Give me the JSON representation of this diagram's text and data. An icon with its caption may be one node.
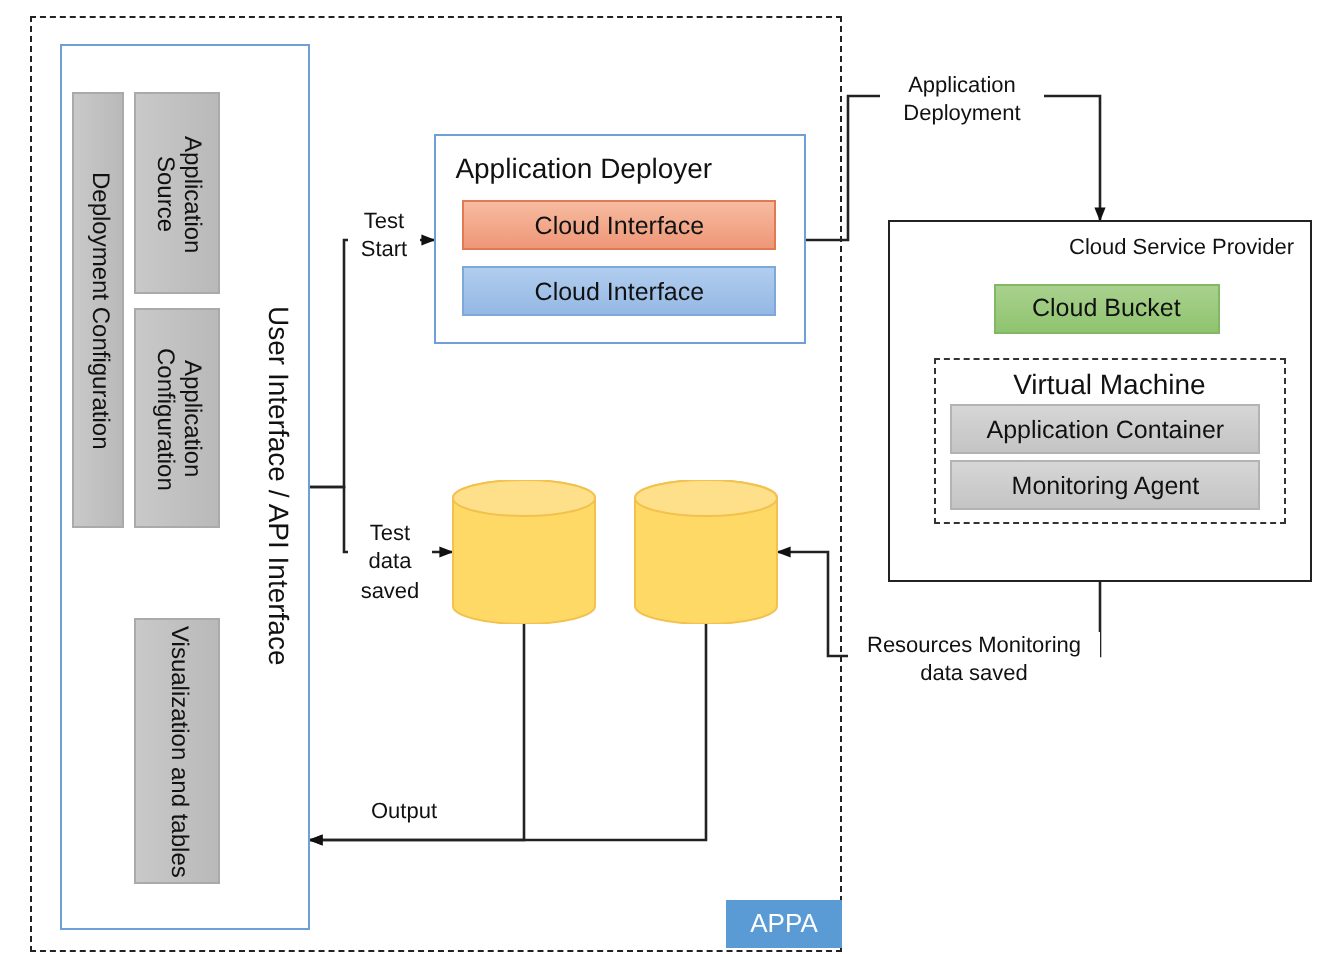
{
  "diagram": {
    "nodes": [
      {
        "text": [
          "APPA"
        ]
      },
      {
        "text": [
          "User Interface / API Interface"
        ],
        "in": 0
      },
      {
        "text": [
          "Deployment Configuration"
        ],
        "in": 1
      },
      {
        "text": [
          "Application Source"
        ],
        "in": 1
      },
      {
        "text": [
          "Application Configuration"
        ],
        "in": 1
      },
      {
        "text": [
          "Visualization and tables"
        ],
        "in": 1
      },
      {
        "text": [
          "Application Deployer"
        ],
        "in": 0
      },
      {
        "text": [
          "Cloud Interface"
        ],
        "in": 6
      },
      {
        "text": [
          "Cloud Interface"
        ],
        "in": 6
      },
      {
        "text": [],
        "shape": "cylinder",
        "in": 0
      },
      {
        "text": [],
        "shape": "cylinder",
        "in": 0
      },
      {
        "text": [
          "Cloud Service Provider"
        ]
      },
      {
        "text": [
          "Cloud Bucket"
        ],
        "in": 11
      },
      {
        "text": [
          "Virtual Machine"
        ],
        "in": 11
      },
      {
        "text": [
          "Application Container"
        ],
        "in": 13
      },
      {
        "text": [
          "Monitoring Agent"
        ],
        "in": 13
      }
    ],
    "edges": [
      {
        "from": 1,
        "to": 6,
        "arrow": "to",
        "label": "Test Start"
      },
      {
        "from": 1,
        "to": 9,
        "arrow": "to",
        "label": "Test data saved"
      },
      {
        "from": 6,
        "to": 11,
        "arrow": "to",
        "label": "Application Deployment"
      },
      {
        "from": 11,
        "to": 10,
        "arrow": "to",
        "label": "Resources Monitoring data saved"
      },
      {
        "from": 9,
        "to": 1,
        "arrow": "to",
        "label": "Output"
      },
      {
        "from": 10,
        "to": 1,
        "arrow": "to"
      }
    ]
  }
}
